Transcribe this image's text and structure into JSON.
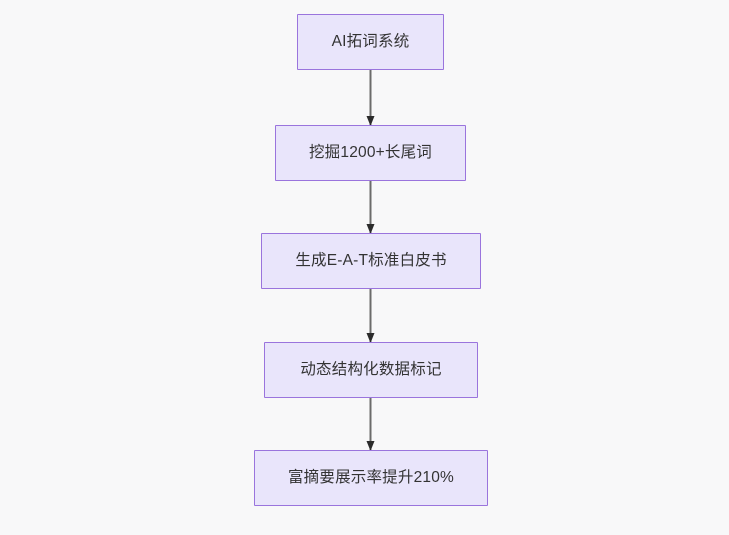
{
  "diagram": {
    "type": "flowchart",
    "direction": "top-to-bottom",
    "background_color": "#f8f8f9",
    "node_fill_color": "#e9e5fb",
    "node_border_color": "#9a74dd",
    "node_text_color": "#333333",
    "edge_color": "#6b6b6b",
    "nodes": [
      {
        "id": "n0",
        "label": "AI拓词系统"
      },
      {
        "id": "n1",
        "label": "挖掘1200+长尾词"
      },
      {
        "id": "n2",
        "label": "生成E-A-T标准白皮书"
      },
      {
        "id": "n3",
        "label": "动态结构化数据标记"
      },
      {
        "id": "n4",
        "label": "富摘要展示率提升210%"
      }
    ],
    "edges": [
      {
        "from": "n0",
        "to": "n1",
        "label": ""
      },
      {
        "from": "n1",
        "to": "n2",
        "label": ""
      },
      {
        "from": "n2",
        "to": "n3",
        "label": ""
      },
      {
        "from": "n3",
        "to": "n4",
        "label": ""
      }
    ]
  }
}
